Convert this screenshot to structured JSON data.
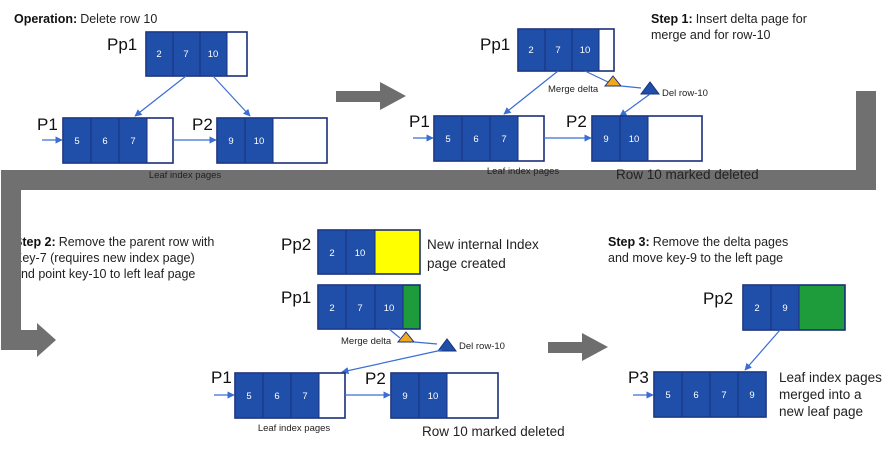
{
  "operation": {
    "label": "Operation:",
    "text": "Delete row 10"
  },
  "step1": {
    "label": "Step 1:",
    "line1": "Insert delta page for",
    "line2": "merge and for row-10"
  },
  "step2": {
    "label": "Step 2:",
    "line1": "Remove the parent row with",
    "line2": "Key-7 (requires new index page)",
    "line3": "and point key-10 to left leaf page"
  },
  "step3": {
    "label": "Step 3:",
    "line1": "Remove the delta pages",
    "line2": "and move key-9 to the left page"
  },
  "pages": {
    "pp1": "Pp1",
    "pp2": "Pp2",
    "p1": "P1",
    "p2": "P2",
    "p3": "P3"
  },
  "keys": {
    "pp1_keys": [
      "2",
      "7",
      "10"
    ],
    "p1_keys": [
      "5",
      "6",
      "7"
    ],
    "p2_keys": [
      "9",
      "10"
    ],
    "pp2_new_keys": [
      "2",
      "10"
    ],
    "pp2_final_keys": [
      "2",
      "9"
    ],
    "p3_keys": [
      "5",
      "6",
      "7",
      "9"
    ]
  },
  "labels": {
    "leaf_index_pages": "Leaf index pages",
    "merge_delta": "Merge delta",
    "del_row": "Del row-10",
    "row10_deleted": "Row 10 marked deleted",
    "new_internal_line1": "New internal Index",
    "new_internal_line2": "page created",
    "merged_line1": "Leaf index pages",
    "merged_line2": "merged into a",
    "merged_line3": "new leaf page"
  },
  "colors": {
    "cell_blue": "#1f4fa8",
    "border_dark": "#1a2f7a",
    "highlight_yellow": "#ffff00",
    "highlight_green": "#1e9b3a",
    "arrow_gray": "#6e6e6e",
    "link_blue": "#3b6ed2",
    "delta_orange": "#f0a81c"
  }
}
